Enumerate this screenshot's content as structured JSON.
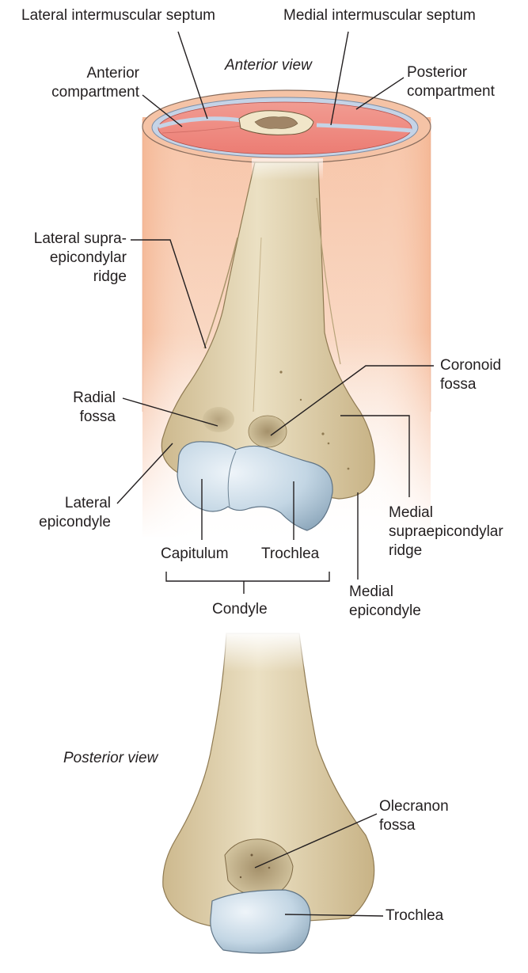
{
  "anterior": {
    "view_title": "Anterior view",
    "labels": {
      "lateral_intermuscular_septum": "Lateral intermuscular septum",
      "medial_intermuscular_septum": "Medial intermuscular septum",
      "anterior_compartment": [
        "Anterior",
        "compartment"
      ],
      "posterior_compartment": [
        "Posterior",
        "compartment"
      ],
      "lateral_supraepicondylar_ridge": [
        "Lateral supra-",
        "epicondylar",
        "ridge"
      ],
      "coronoid_fossa": [
        "Coronoid",
        "fossa"
      ],
      "radial_fossa": [
        "Radial",
        "fossa"
      ],
      "lateral_epicondyle": [
        "Lateral",
        "epicondyle"
      ],
      "medial_supraepicondylar_ridge": [
        "Medial",
        "supraepicondylar",
        "ridge"
      ],
      "capitulum": "Capitulum",
      "trochlea": "Trochlea",
      "condyle": "Condyle",
      "medial_epicondyle": [
        "Medial",
        "epicondyle"
      ]
    }
  },
  "posterior": {
    "view_title": "Posterior view",
    "labels": {
      "olecranon_fossa": [
        "Olecranon",
        "fossa"
      ],
      "trochlea": "Trochlea"
    }
  },
  "colors": {
    "bone": "#e2d6b4",
    "bone_shadow": "#b9a57c",
    "cartilage": "#c9dbe8",
    "muscle": "#ee8a80",
    "skin": "#f7c9ae",
    "fascia": "#b9c8dc",
    "leader_line": "#231f20"
  }
}
